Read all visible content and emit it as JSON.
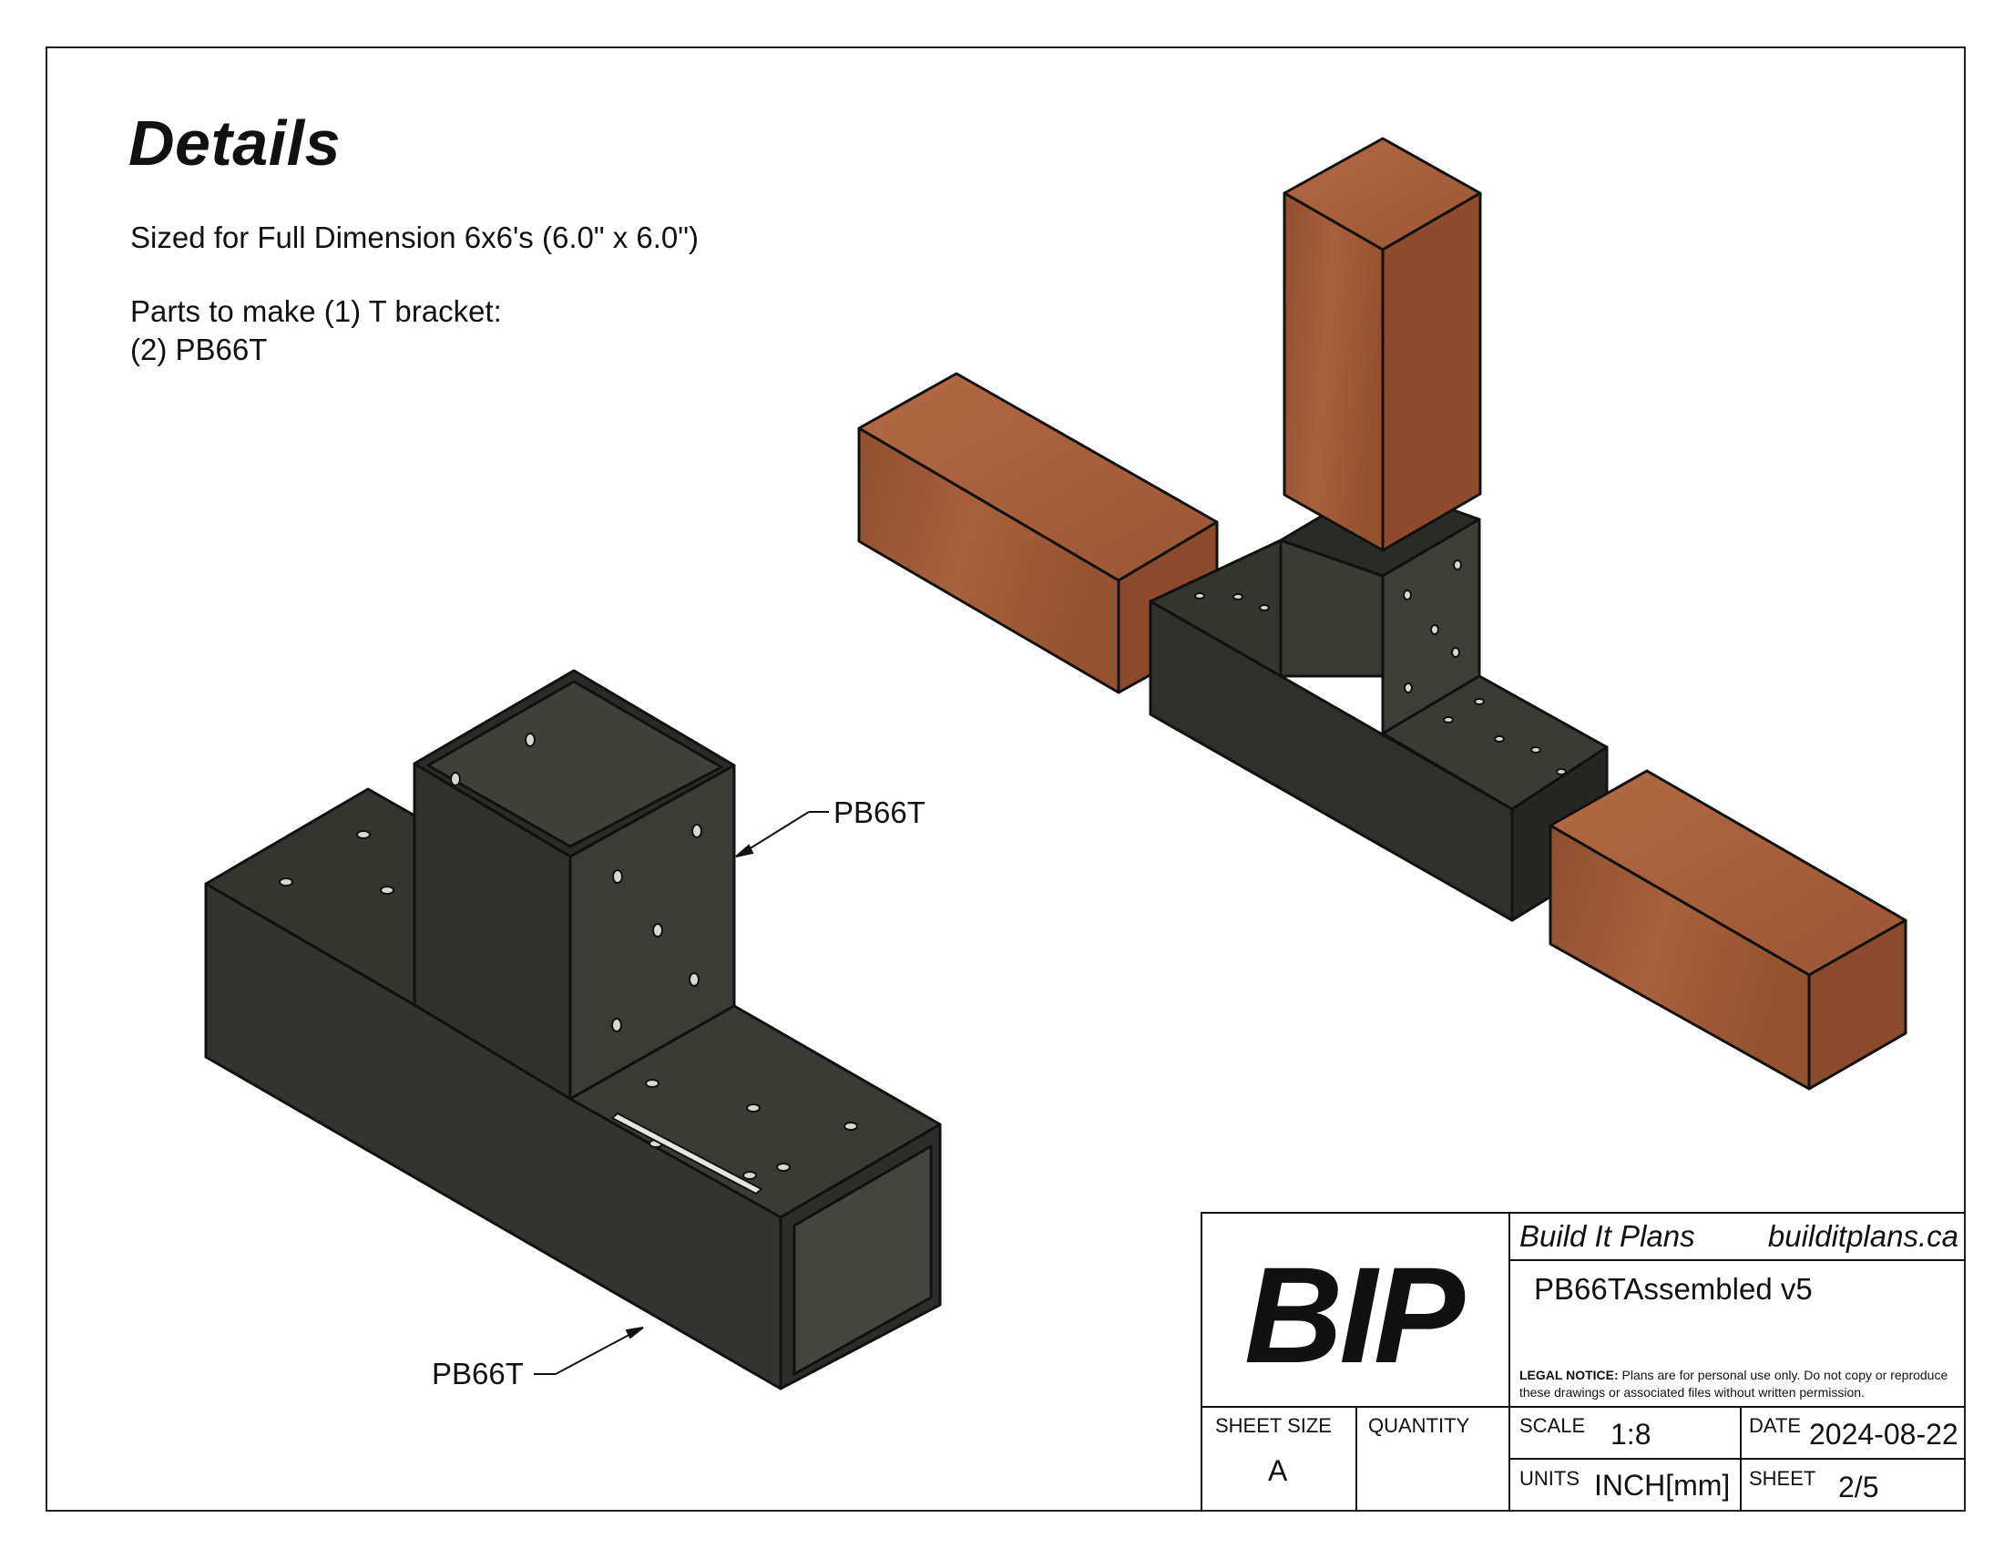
{
  "page": {
    "title": "Details",
    "notes": [
      "Sized for Full Dimension 6x6's (6.0\" x 6.0\")",
      "Parts to make (1) T bracket:",
      "(2) PB66T"
    ]
  },
  "callouts": {
    "upper": "PB66T",
    "lower": "PB66T"
  },
  "title_block": {
    "logo": "BIP",
    "company": "Build It Plans",
    "website": "builditplans.ca",
    "document_name": "PB66TAssembled v5",
    "legal_label": "LEGAL NOTICE:",
    "legal_text": "Plans are for personal use only. Do not copy or reproduce these drawings or associated files without written permission.",
    "sheet_size_label": "SHEET SIZE",
    "sheet_size": "A",
    "quantity_label": "QUANTITY",
    "quantity": "",
    "scale_label": "SCALE",
    "scale": "1:8",
    "date_label": "DATE",
    "date": "2024-08-22",
    "units_label": "UNITS",
    "units": "INCH[mm]",
    "sheet_label": "SHEET",
    "sheet": "2/5"
  },
  "colors": {
    "steel": "#3a3b36",
    "steel_dark": "#262723",
    "wood": "#a35d3b",
    "wood_light": "#b8704a",
    "wood_dark": "#7e4326"
  }
}
